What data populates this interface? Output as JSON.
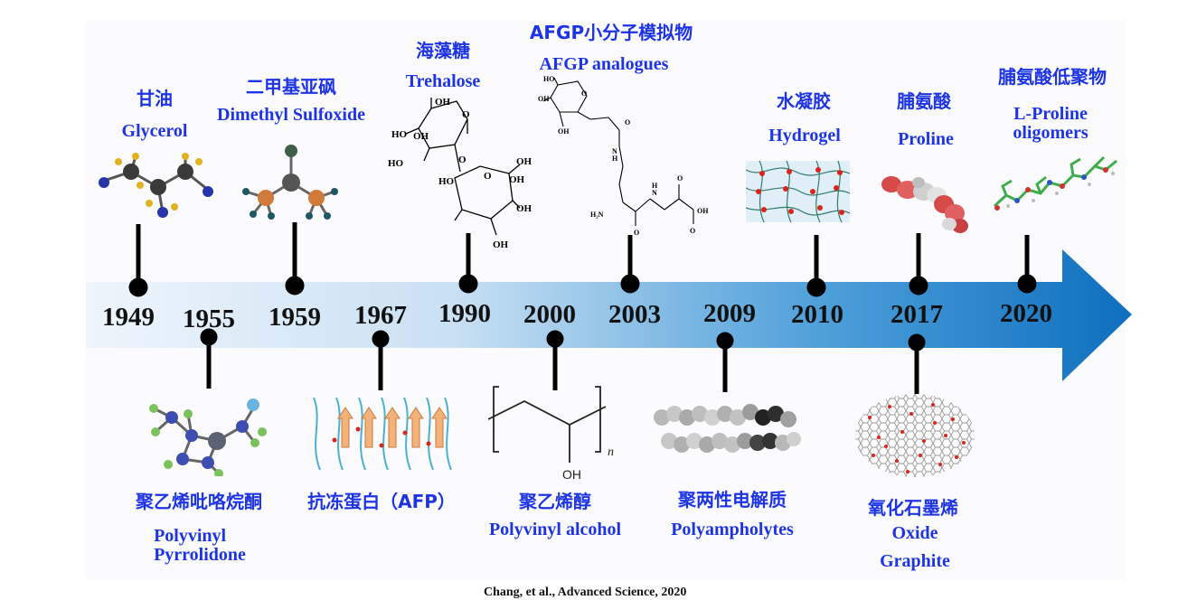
{
  "colors": {
    "label_blue": "#1d34e6",
    "arrow_start": "#eaf3fb",
    "arrow_end": "#0e6fbe",
    "stem": "#000000"
  },
  "top_events": [
    {
      "year": "1949",
      "cn": "甘油",
      "en": "Glycerol",
      "icon": "glycerol-molecule-icon"
    },
    {
      "year": "1959",
      "cn": "二甲基亚砜",
      "en": "Dimethyl Sulfoxide",
      "icon": "dmso-molecule-icon"
    },
    {
      "year": "1990",
      "cn": "海藻糖",
      "en": "Trehalose",
      "icon": "trehalose-structure-icon"
    },
    {
      "year": "2003",
      "cn": "AFGP小分子模拟物",
      "en": "AFGP analogues",
      "icon": "afgp-analogue-structure-icon"
    },
    {
      "year": "2010",
      "cn": "水凝胶",
      "en": "Hydrogel",
      "icon": "hydrogel-network-icon"
    },
    {
      "year": "2017",
      "cn": "脯氨酸",
      "en": "Proline",
      "icon": "proline-surface-icon"
    },
    {
      "year": "2020",
      "cn": "脯氨酸低聚物",
      "en_lines": [
        "L-Proline",
        "oligomers"
      ],
      "icon": "proline-oligomer-icon"
    }
  ],
  "bottom_events": [
    {
      "year": "1955",
      "cn": "聚乙烯吡咯烷酮",
      "en_lines": [
        "Polyvinyl",
        "Pyrrolidone"
      ],
      "icon": "pvp-molecule-icon"
    },
    {
      "year": "1967",
      "cn": "抗冻蛋白（AFP）",
      "icon": "afp-protein-icon"
    },
    {
      "year": "2000",
      "cn": "聚乙烯醇",
      "en": "Polyvinyl alcohol",
      "icon": "pva-structure-icon"
    },
    {
      "year": "2009",
      "cn": "聚两性电解质",
      "en": "Polyampholytes",
      "icon": "polyampholyte-molecule-icon"
    },
    {
      "year": "2017",
      "cn": "氧化石墨烯",
      "en_lines": [
        "Oxide",
        "Graphite"
      ],
      "icon": "graphene-oxide-sheet-icon"
    }
  ],
  "structure_labels": {
    "trehalose": [
      "OH",
      "HO",
      "OH",
      "HO",
      "O",
      "O",
      "HO",
      "O",
      "OH",
      "OH",
      "OH",
      "OH"
    ],
    "afgp": [
      "HO",
      "OH",
      "O",
      "OH",
      "O",
      "N",
      "H",
      "H₂N",
      "O",
      "N",
      "H",
      "O",
      "OH",
      "O"
    ],
    "pva": [
      "n",
      "OH"
    ]
  },
  "citation": "Chang, et al.,  Advanced Science, 2020"
}
